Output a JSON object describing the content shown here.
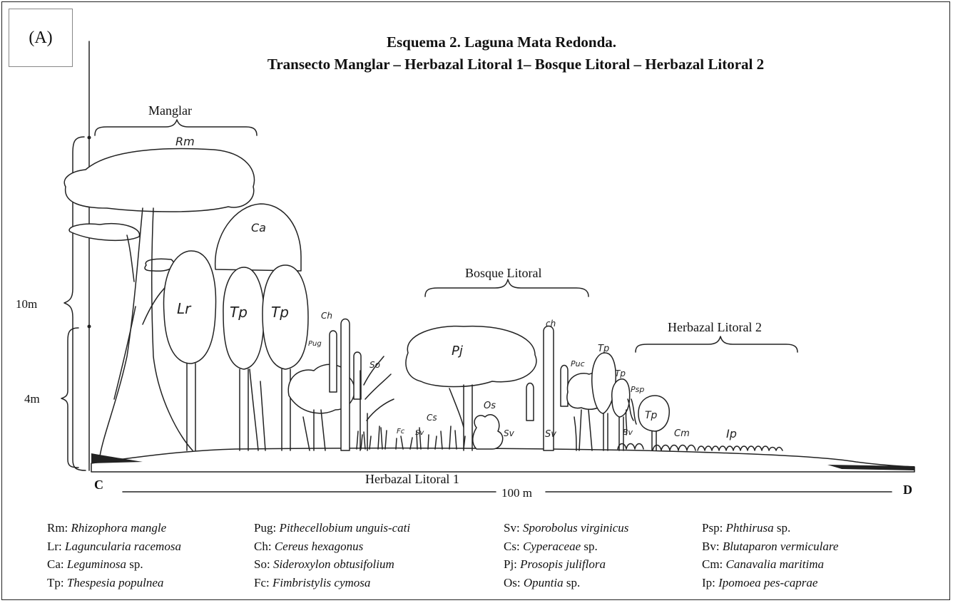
{
  "panel_label": "(A)",
  "title": "Esquema 2. Laguna Mata Redonda.",
  "subtitle": "Transecto Manglar – Herbazal Litoral  1– Bosque Litoral – Herbazal  Litoral 2",
  "zones": {
    "manglar": "Manglar",
    "bosque_litoral": "Bosque Litoral",
    "herbazal_litoral_2": "Herbazal Litoral 2",
    "herbazal_litoral_1": "Herbazal Litoral 1"
  },
  "heights": {
    "h10": "10m",
    "h4": "4m"
  },
  "transect": {
    "start": "C",
    "end": "D",
    "length": "100 m"
  },
  "plant_labels": {
    "rm": "Rm",
    "ca": "Ca",
    "lr": "Lr",
    "tp1": "Tp",
    "tp2": "Tp",
    "pug": "Pug",
    "ch1": "Ch",
    "so": "So",
    "fc": "Fc",
    "sv1": "Sv",
    "cs": "Cs",
    "pj": "Pj",
    "os": "Os",
    "sv2": "Sv",
    "sv3": "Sv",
    "ch2": "ch",
    "puc": "Puc",
    "tp3": "Tp",
    "tp4": "Tp",
    "psp": "Psp",
    "tp5": "Tp",
    "bv": "Bv",
    "cm": "Cm",
    "ip": "Ip"
  },
  "legend": {
    "col1": [
      {
        "code": "Rm:",
        "name": "Rhizophora mangle",
        "suffix": ""
      },
      {
        "code": "Lr:",
        "name": "Laguncularia racemosa",
        "suffix": ""
      },
      {
        "code": "Ca:",
        "name": "Leguminosa",
        "suffix": " sp."
      },
      {
        "code": "Tp:",
        "name": "Thespesia populnea",
        "suffix": ""
      }
    ],
    "col2": [
      {
        "code": "Pug:",
        "name": "Pithecellobium unguis-cati",
        "suffix": ""
      },
      {
        "code": "Ch:",
        "name": "Cereus hexagonus",
        "suffix": ""
      },
      {
        "code": "So:",
        "name": "Sideroxylon obtusifolium",
        "suffix": ""
      },
      {
        "code": "Fc:",
        "name": "Fimbristylis cymosa",
        "suffix": ""
      }
    ],
    "col3": [
      {
        "code": "Sv:",
        "name": "Sporobolus virginicus",
        "suffix": ""
      },
      {
        "code": "Cs:",
        "name": "Cyperaceae",
        "suffix": " sp."
      },
      {
        "code": "Pj:",
        "name": "Prosopis juliflora",
        "suffix": ""
      },
      {
        "code": "Os:",
        "name": "Opuntia",
        "suffix": " sp."
      }
    ],
    "col4": [
      {
        "code": "Psp:",
        "name": "Phthirusa",
        "suffix": " sp."
      },
      {
        "code": "Bv:",
        "name": "Blutaparon vermiculare",
        "suffix": ""
      },
      {
        "code": "Cm:",
        "name": "Canavalia maritima",
        "suffix": ""
      },
      {
        "code": "Ip:",
        "name": "Ipomoea pes-caprae",
        "suffix": ""
      }
    ]
  }
}
